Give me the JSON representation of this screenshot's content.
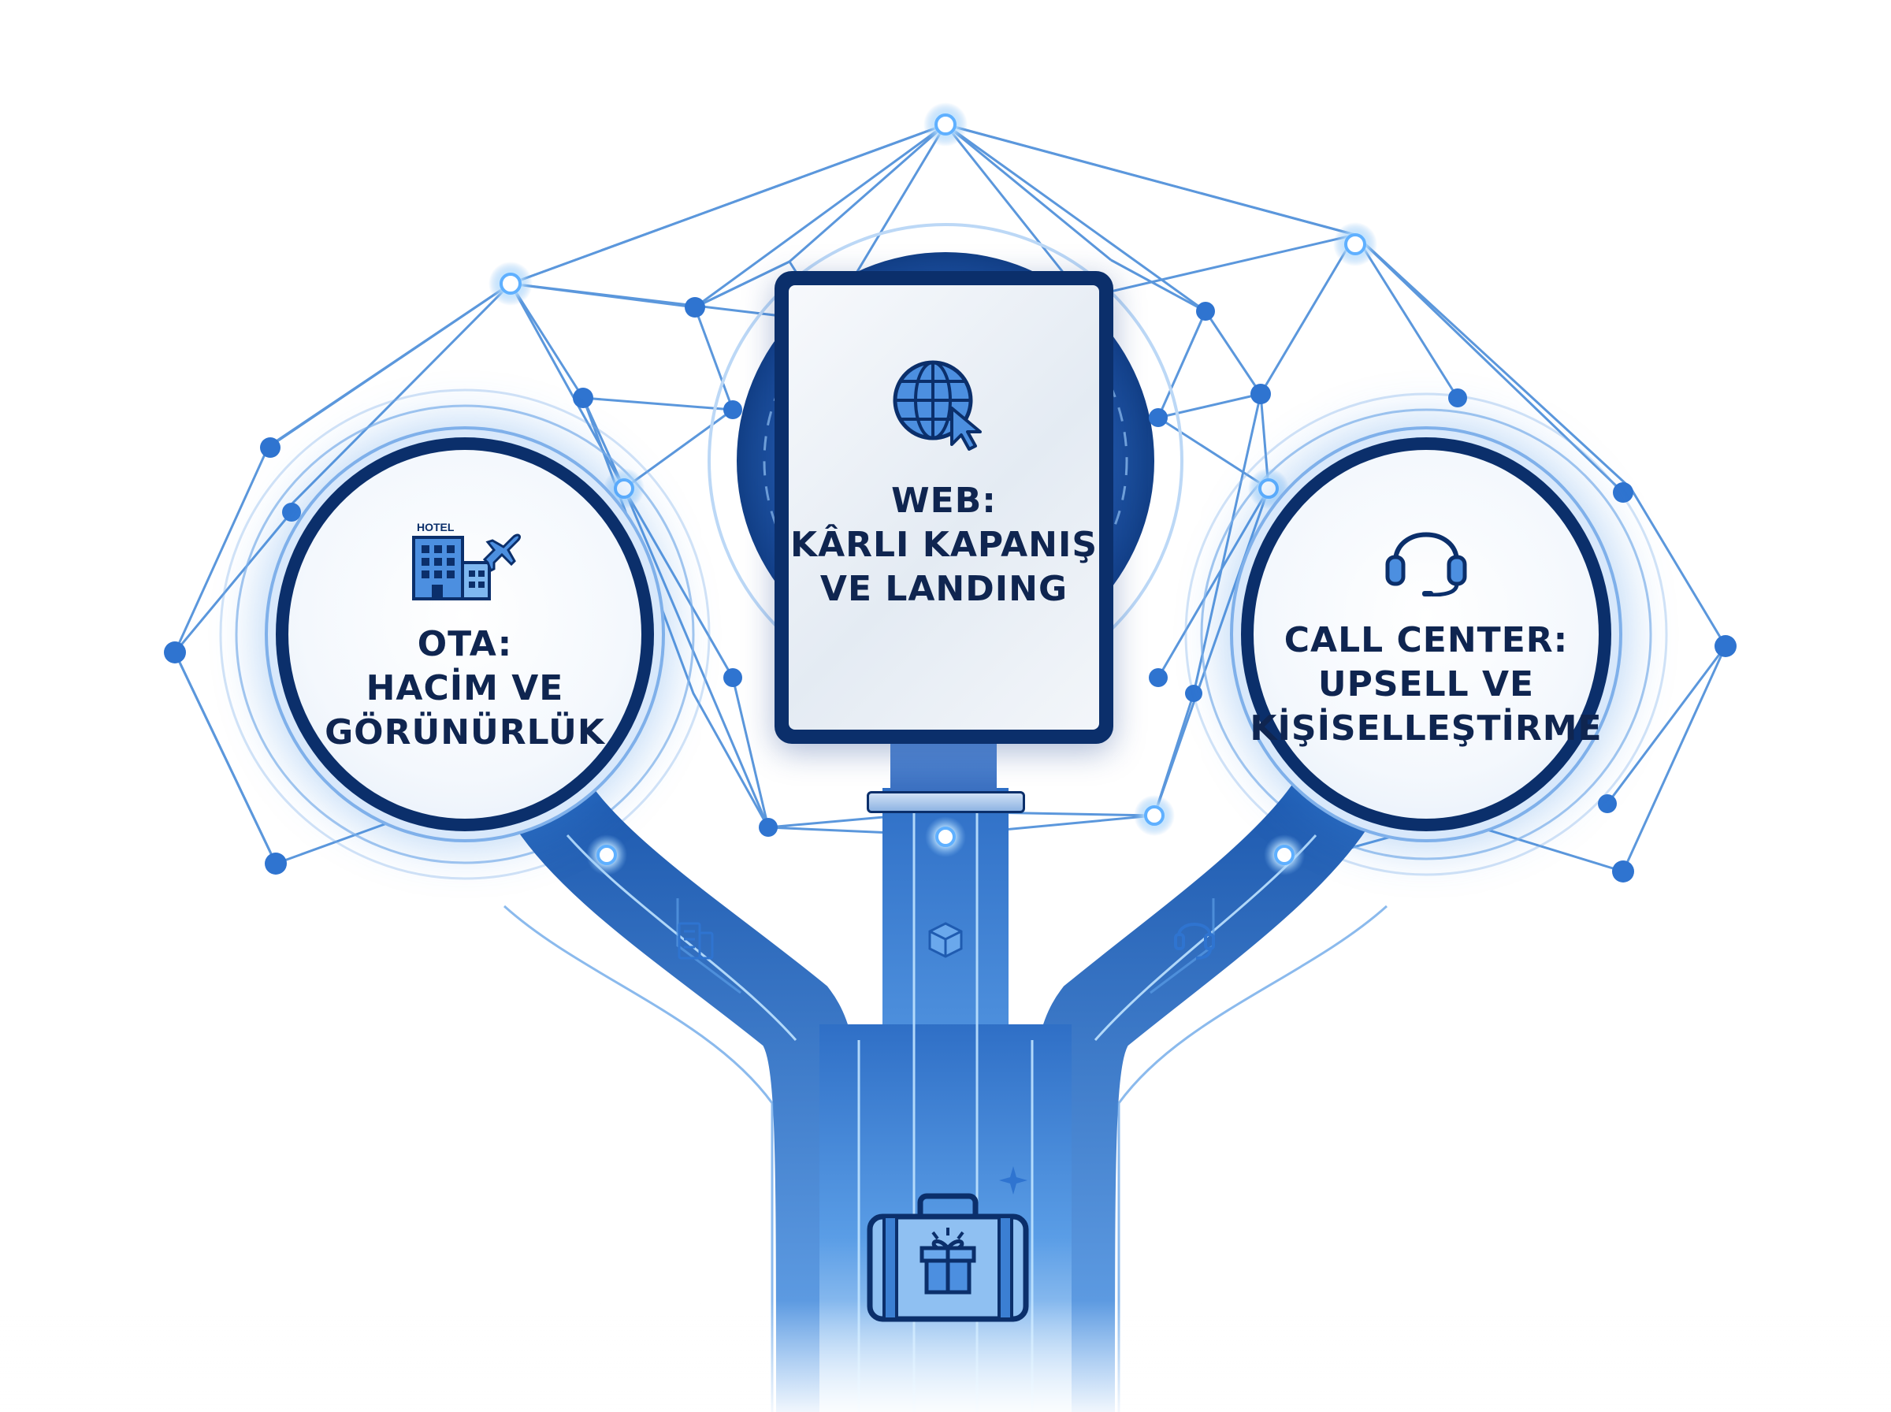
{
  "nodes": {
    "ota": {
      "icon": "hotel-airplane-icon",
      "icon_label": "HOTEL",
      "line1": "OTA:",
      "line2": "HACİM VE",
      "line3": "GÖRÜNÜRLÜK"
    },
    "web": {
      "icon": "globe-cursor-icon",
      "line1": "WEB:",
      "line2": "KÂRLI KAPANIŞ",
      "line3": "VE LANDING"
    },
    "call_center": {
      "icon": "headset-icon",
      "line1": "CALL CENTER:",
      "line2": "UPSELL VE",
      "line3": "KİŞİSELLEŞTİRME"
    }
  },
  "path_icons": [
    "hotel-icon",
    "cube-icon",
    "headset-icon"
  ],
  "base_icon": "gift-suitcase-icon",
  "colors": {
    "dark_navy": "#0b2f6b",
    "primary_blue": "#2f74d0",
    "light_blue": "#7fb8f0",
    "glow": "#bfe3ff",
    "background": "#ffffff"
  }
}
